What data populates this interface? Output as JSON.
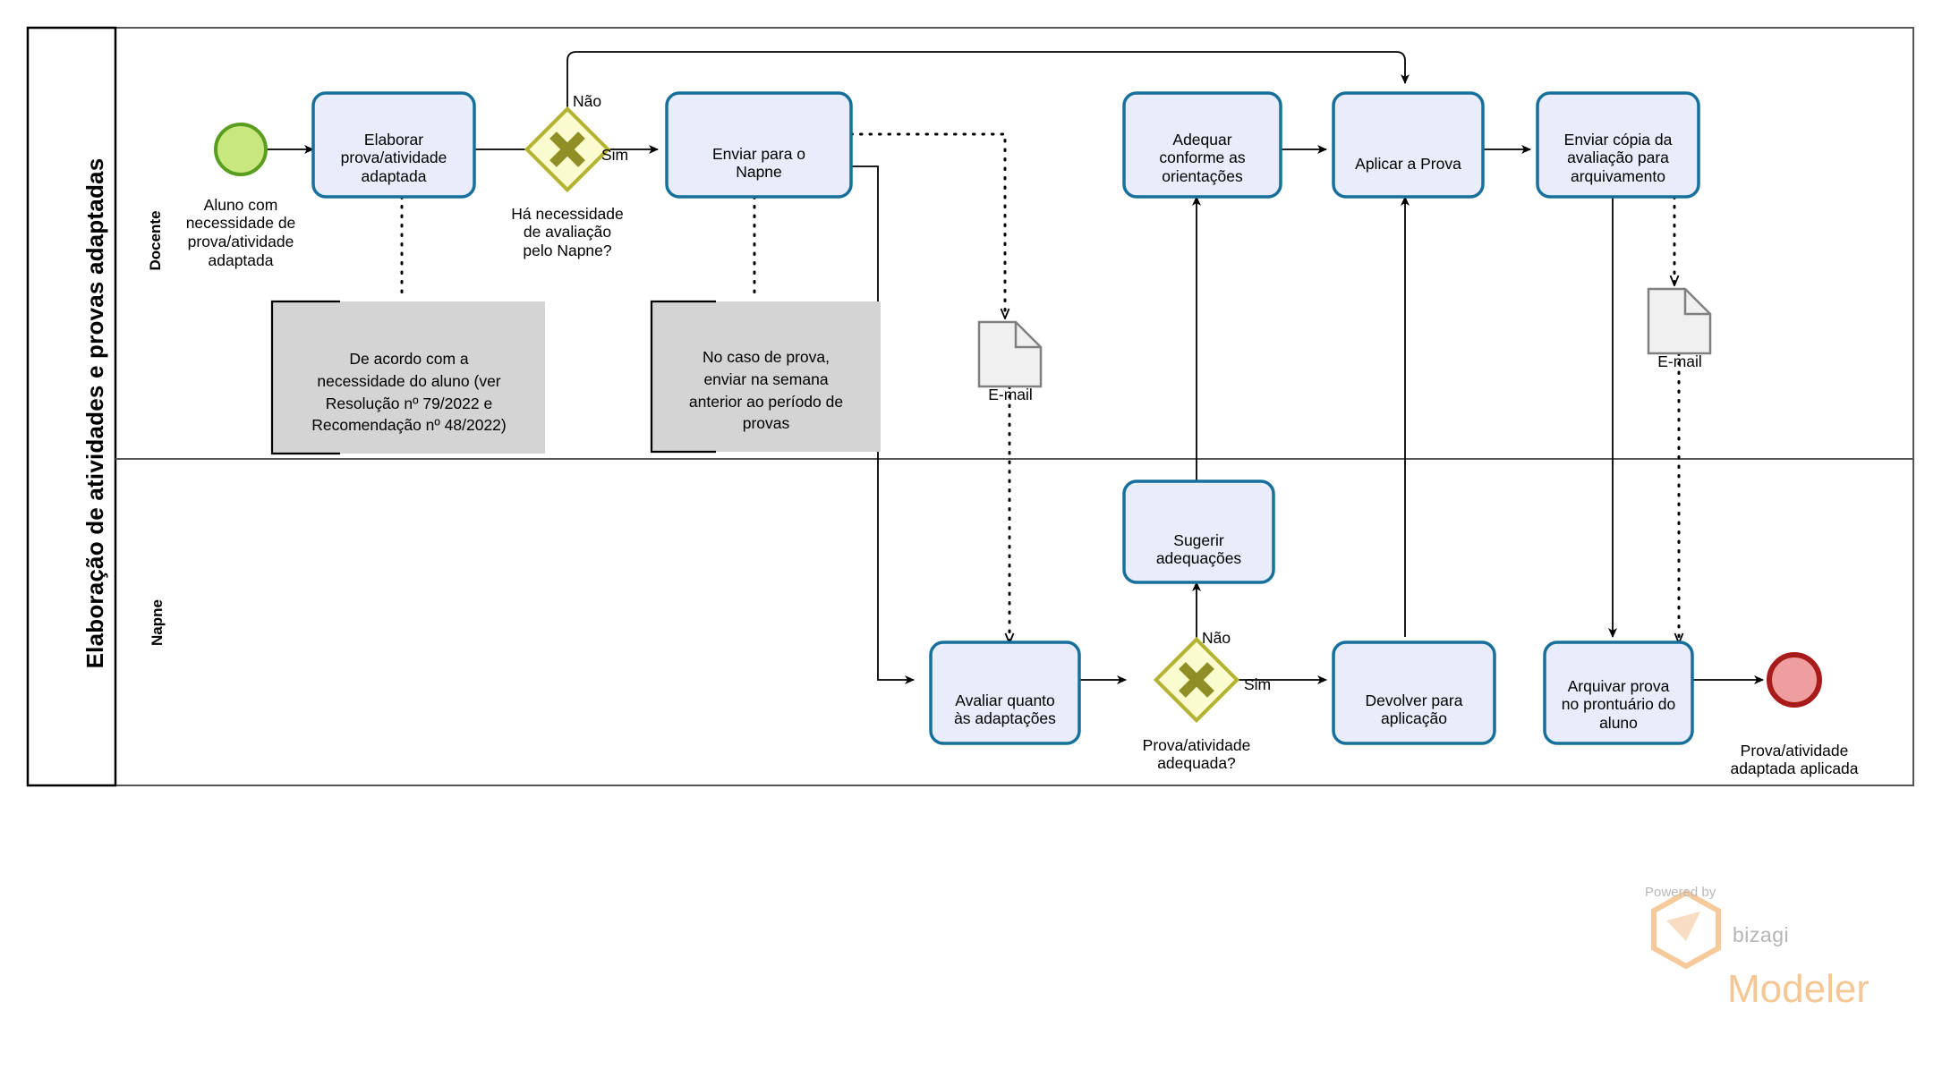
{
  "pool": {
    "title": "Elaboração de atividades e provas adaptadas",
    "lanes": [
      {
        "name": "Docente"
      },
      {
        "name": "Napne"
      }
    ]
  },
  "events": [
    {
      "id": "start",
      "type": "start-event",
      "label": "Aluno com\nnecessidade de\nprova/atividade\nadaptada",
      "fill": "#c9e77f",
      "stroke": "#5a9e20"
    },
    {
      "id": "end",
      "type": "end-event",
      "label": "Prova/atividade\nadaptada aplicada",
      "fill": "#ee9e9e",
      "stroke": "#a81b1b"
    }
  ],
  "tasks": [
    {
      "id": "t1",
      "label": "Elaborar\nprova/atividade\nadaptada"
    },
    {
      "id": "t2",
      "label": "Enviar para o\nNapne"
    },
    {
      "id": "t3",
      "label": "Adequar\nconforme as\norientações"
    },
    {
      "id": "t4",
      "label": "Aplicar a Prova"
    },
    {
      "id": "t5",
      "label": "Enviar cópia da\navaliação para\narquivamento"
    },
    {
      "id": "t6",
      "label": "Sugerir\nadequações"
    },
    {
      "id": "t7",
      "label": "Avaliar quanto\nàs adaptações"
    },
    {
      "id": "t8",
      "label": "Devolver para\naplicação"
    },
    {
      "id": "t9",
      "label": "Arquivar prova\nno prontuário do\naluno"
    }
  ],
  "gateways": [
    {
      "id": "g1",
      "type": "exclusive-gateway",
      "label": "Há necessidade\nde avaliação\npelo Napne?"
    },
    {
      "id": "g2",
      "type": "exclusive-gateway",
      "label": "Prova/atividade\nadequada?"
    }
  ],
  "flow_labels": [
    {
      "id": "f-nao-1",
      "text": "Não"
    },
    {
      "id": "f-sim-1",
      "text": "Sim"
    },
    {
      "id": "f-nao-2",
      "text": "Não"
    },
    {
      "id": "f-sim-2",
      "text": "Sim"
    }
  ],
  "annotations": [
    {
      "id": "a1",
      "text": "De acordo com a\nnecessidade do aluno (ver\nResolução nº 79/2022 e\nRecomendação nº 48/2022)"
    },
    {
      "id": "a2",
      "text": "No caso de prova,\nenviar na semana\nanterior ao período de\nprovas"
    }
  ],
  "data_objects": [
    {
      "id": "d1",
      "label": "E-mail"
    },
    {
      "id": "d2",
      "label": "E-mail"
    }
  ],
  "watermark": {
    "powered_by": "Powered by",
    "brand": "bizagi",
    "product": "Modeler"
  },
  "colors": {
    "task_fill": "#e8ecfb",
    "task_stroke": "#16709b",
    "gateway_fill": "#fbfbd0",
    "gateway_stroke": "#b3b331",
    "gateway_mark": "#8f8f25",
    "start_fill": "#c9e77f",
    "start_stroke": "#5a9e20",
    "end_fill": "#ee9e9e",
    "end_stroke": "#a81b1b",
    "annotation_fill": "#d4d4d4",
    "data_fill": "#f0f0f0",
    "data_stroke": "#808080",
    "pool_border": "#000000",
    "lane_border": "#555555",
    "brand_orange": "#f5c795"
  }
}
